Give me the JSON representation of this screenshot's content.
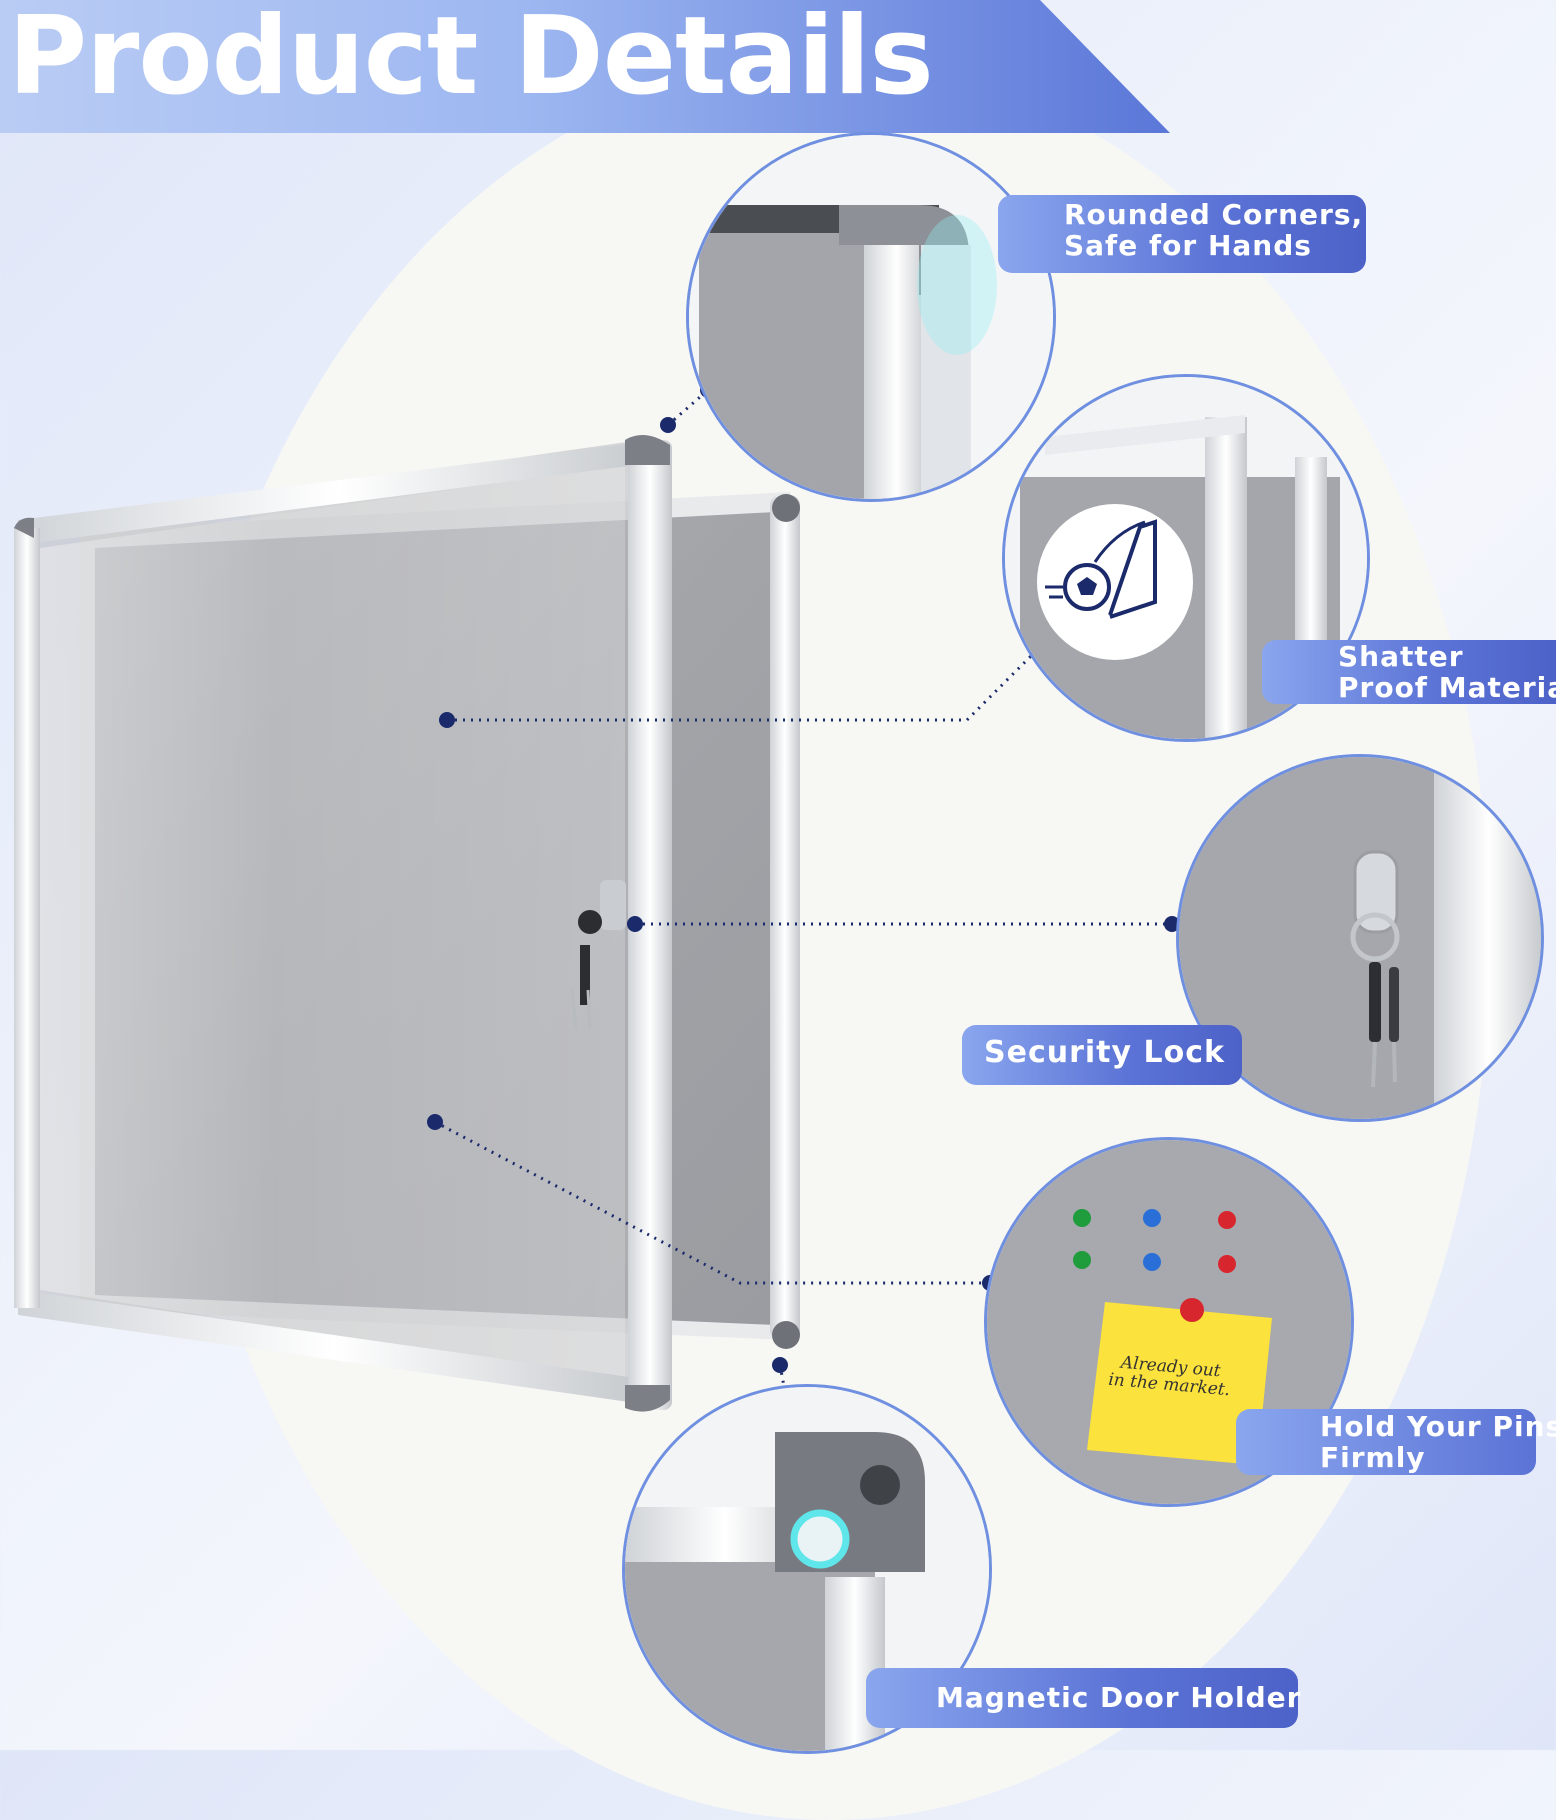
{
  "header": {
    "title": "Product Details"
  },
  "features": [
    {
      "id": "rounded",
      "lines": [
        "Rounded Corners,",
        "Safe for Hands"
      ]
    },
    {
      "id": "shatter",
      "lines": [
        "Shatter",
        "Proof Material"
      ]
    },
    {
      "id": "lock",
      "lines": [
        "Security Lock"
      ]
    },
    {
      "id": "pins",
      "lines": [
        "Hold Your Pins",
        "Firmly"
      ]
    },
    {
      "id": "magnet",
      "lines": [
        "Magnetic Door Holder"
      ]
    }
  ],
  "sticky_note": {
    "line1": "Already out",
    "line2": "in the market."
  },
  "colors": {
    "accent": "#5b73d6",
    "dot": "#1b2a6b",
    "felt": "#a6a8ad",
    "frame": "#e6e8ea"
  }
}
